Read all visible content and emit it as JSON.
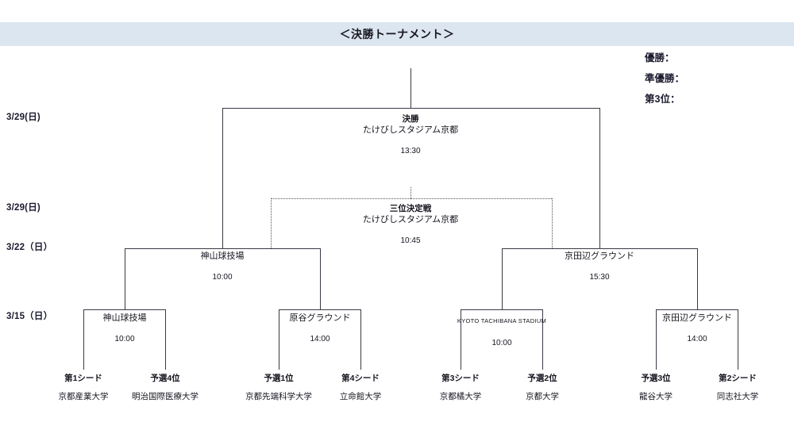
{
  "header": {
    "title": "＜決勝トーナメント＞",
    "band_color": "#dce6f1"
  },
  "results": [
    {
      "label": "優勝："
    },
    {
      "label": "準優勝："
    },
    {
      "label": "第3位："
    }
  ],
  "dates": [
    {
      "label": "3/29(日)",
      "round": "final"
    },
    {
      "label": "3/29(日)",
      "round": "third-place"
    },
    {
      "label": "3/22（日）",
      "round": "semifinal"
    },
    {
      "label": "3/15（日）",
      "round": "quarterfinal"
    }
  ],
  "matches": {
    "final": {
      "title": "決勝",
      "venue": "たけびしスタジアム京都",
      "time": "13:30"
    },
    "third_place": {
      "title": "三位決定戦",
      "venue": "たけびしスタジアム京都",
      "time": "10:45"
    },
    "semifinals": [
      {
        "venue": "神山球技場",
        "time": "10:00"
      },
      {
        "venue": "京田辺グラウンド",
        "time": "15:30"
      }
    ],
    "quarterfinals": [
      {
        "venue": "神山球技場",
        "time": "10:00",
        "small": false
      },
      {
        "venue": "原谷グラウンド",
        "time": "14:00",
        "small": false
      },
      {
        "venue": "KYOTO TACHIBANA STADIUM",
        "time": "10:00",
        "small": true
      },
      {
        "venue": "京田辺グラウンド",
        "time": "14:00",
        "small": false
      }
    ]
  },
  "teams": [
    {
      "seed": "第1シード",
      "name": "京都産業大学"
    },
    {
      "seed": "予選4位",
      "name": "明治国際医療大学"
    },
    {
      "seed": "予選1位",
      "name": "京都先端科学大学"
    },
    {
      "seed": "第4シード",
      "name": "立命館大学"
    },
    {
      "seed": "第3シード",
      "name": "京都橘大学"
    },
    {
      "seed": "予選2位",
      "name": "京都大学"
    },
    {
      "seed": "予選3位",
      "name": "龍谷大学"
    },
    {
      "seed": "第2シード",
      "name": "同志社大学"
    }
  ]
}
